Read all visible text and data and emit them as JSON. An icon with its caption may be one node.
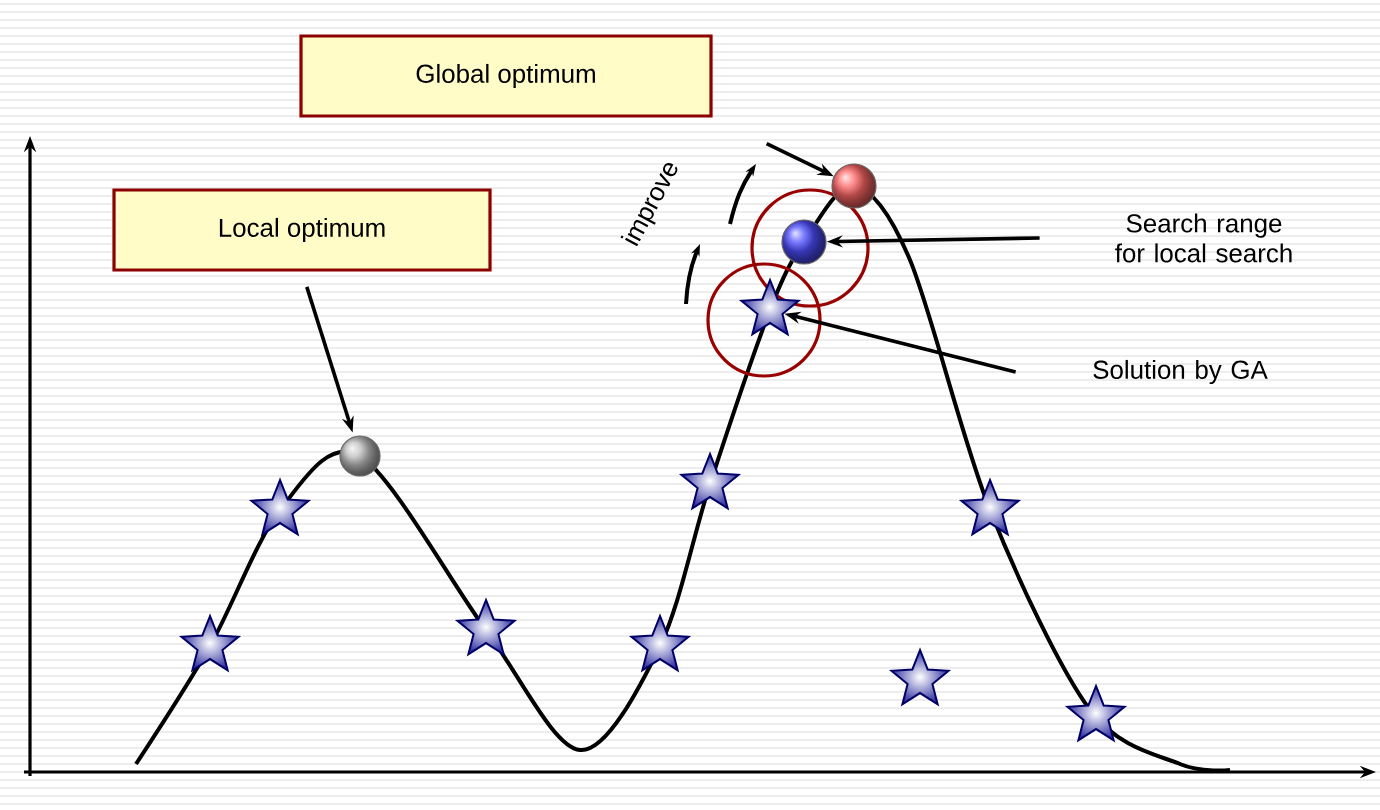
{
  "diagram": {
    "nodes": [
      {
        "text": [
          "Global optimum"
        ]
      },
      {
        "text": [
          "Local optimum"
        ]
      },
      {
        "text": [
          "Search range for local search"
        ]
      },
      {
        "text": [
          "Solution by GA"
        ]
      },
      {
        "text": [],
        "shape": "circle"
      },
      {
        "text": [],
        "shape": "circle"
      },
      {
        "text": [],
        "shape": "circle"
      },
      {
        "text": [],
        "shape": "star"
      },
      {
        "text": [],
        "shape": "star"
      },
      {
        "text": [],
        "shape": "star"
      },
      {
        "text": [],
        "shape": "star"
      },
      {
        "text": [],
        "shape": "star"
      },
      {
        "text": [],
        "shape": "star"
      },
      {
        "text": [],
        "shape": "star"
      },
      {
        "text": [],
        "shape": "star"
      },
      {
        "text": [],
        "shape": "star"
      }
    ],
    "edges": [
      {
        "from": 0,
        "to": 5,
        "arrow": "to"
      },
      {
        "from": 1,
        "to": 4,
        "arrow": "to"
      },
      {
        "from": 2,
        "to": 6,
        "arrow": "to"
      },
      {
        "from": 3,
        "to": 12,
        "arrow": "to"
      }
    ],
    "labels": [
      "improve"
    ]
  }
}
